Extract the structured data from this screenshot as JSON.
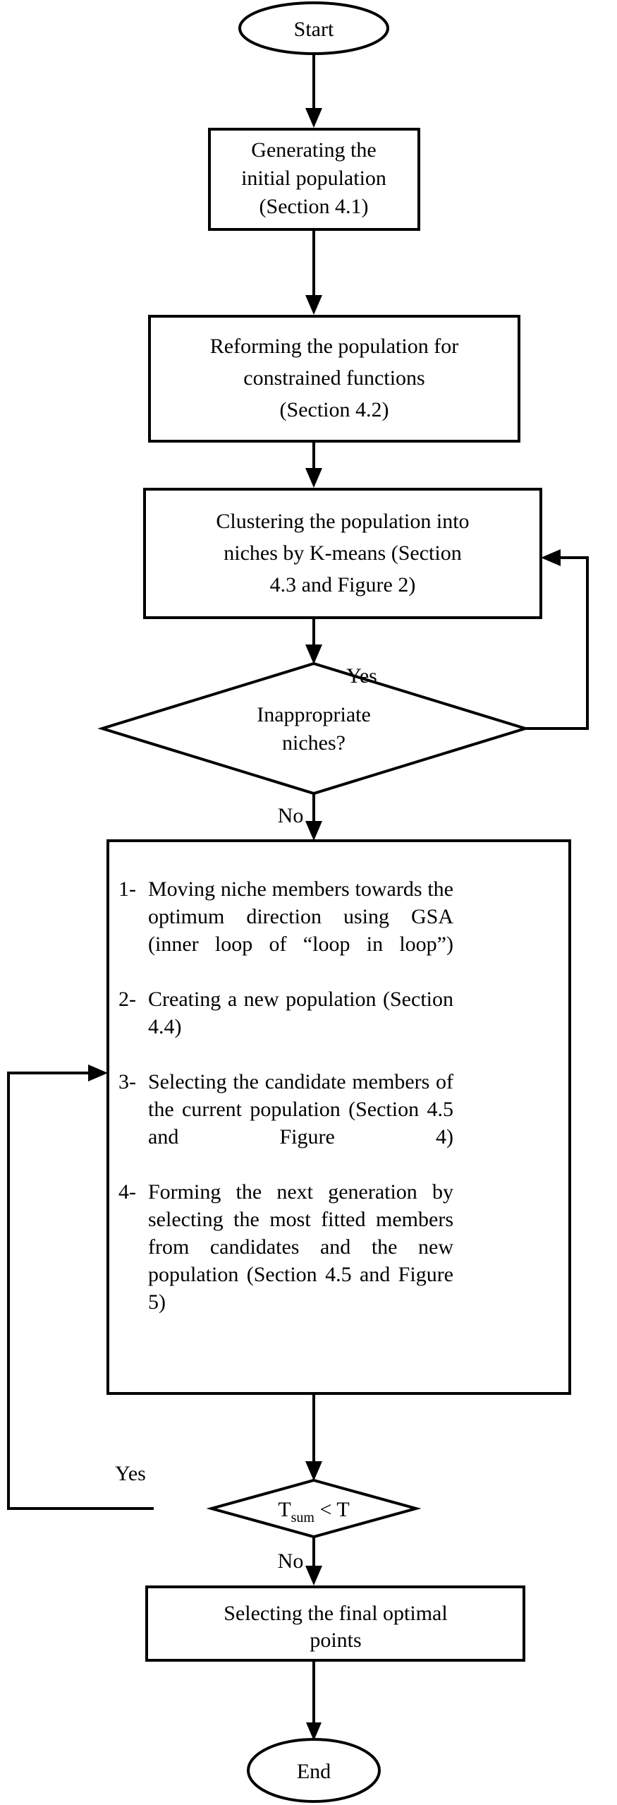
{
  "diagram": {
    "type": "flowchart",
    "title": "",
    "nodes": {
      "start": {
        "shape": "ellipse",
        "label": "Start"
      },
      "generating": {
        "shape": "process",
        "lines": [
          "Generating the",
          "initial population",
          "(Section 4.1)"
        ]
      },
      "reforming": {
        "shape": "process",
        "lines": [
          "Reforming the population for",
          "constrained functions",
          "(Section 4.2)"
        ]
      },
      "clustering": {
        "shape": "process",
        "lines": [
          "Clustering the population into",
          "niches by K-means (Section",
          "4.3 and Figure 2)"
        ]
      },
      "niche_decision": {
        "shape": "decision",
        "lines": [
          "Inappropriate",
          "niches?"
        ]
      },
      "main_steps": {
        "shape": "process",
        "items": [
          {
            "marker": "1-",
            "text": "Moving niche members towards the optimum direction using GSA (inner loop of “loop in loop”)"
          },
          {
            "marker": "2-",
            "text": "Creating a new population (Section 4.4)"
          },
          {
            "marker": "3-",
            "text": "Selecting the candidate members of the current population (Section 4.5 and Figure 4)"
          },
          {
            "marker": "4-",
            "text": "Forming the next generation by selecting the most fitted members from candidates and the new population (Section 4.5 and Figure 5)"
          }
        ]
      },
      "time_decision": {
        "shape": "decision",
        "label_main": "T",
        "label_sub": "sum",
        "label_rest": " < T"
      },
      "final": {
        "shape": "process",
        "lines": [
          "Selecting the final optimal",
          "points"
        ]
      },
      "end": {
        "shape": "ellipse",
        "label": "End"
      }
    },
    "edge_labels": {
      "niche_yes": "Yes",
      "niche_no": "No",
      "time_yes": "Yes",
      "time_no": "No"
    },
    "colors": {
      "stroke": "#000000",
      "fill": "#ffffff",
      "text": "#000000",
      "background": "#ffffff"
    }
  }
}
